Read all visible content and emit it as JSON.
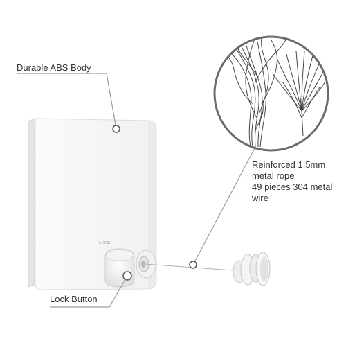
{
  "labels": {
    "body": "Durable ABS Body",
    "lock_button": "Lock Button",
    "rope_line1": "Reinforced 1.5mm",
    "rope_line2": "metal rope",
    "rope_line3": "49 pieces 304 metal",
    "rope_line4": "wire"
  },
  "device_print": "LOCK",
  "colors": {
    "body": "#f7f7f7",
    "outline": "#555555",
    "leader": "#9a9a9a",
    "wire": "#444444"
  }
}
